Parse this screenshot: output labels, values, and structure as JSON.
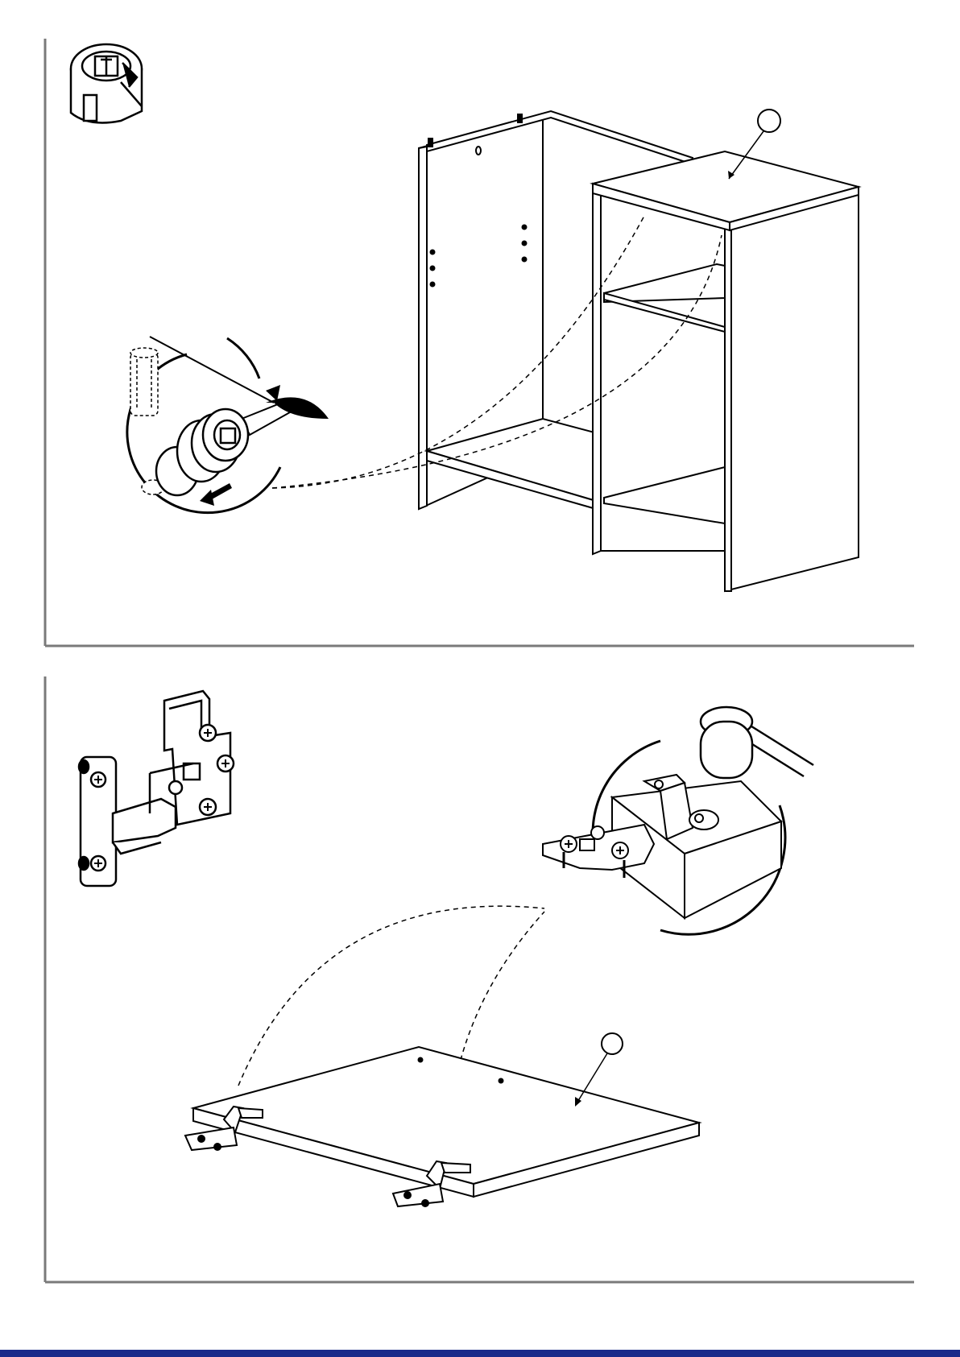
{
  "steps": [
    {
      "callout": {
        "label": ""
      },
      "parts": [
        "cam-lock-icon",
        "cabinet-frame",
        "screwdriver-detail"
      ]
    },
    {
      "callout": {
        "label": ""
      },
      "parts": [
        "hinge-icon",
        "hinge-hammer-detail",
        "door-panel"
      ]
    }
  ],
  "colors": {
    "frame": "#7a7a7a",
    "line": "#000000",
    "accent_bar": "#1a2b8a"
  }
}
